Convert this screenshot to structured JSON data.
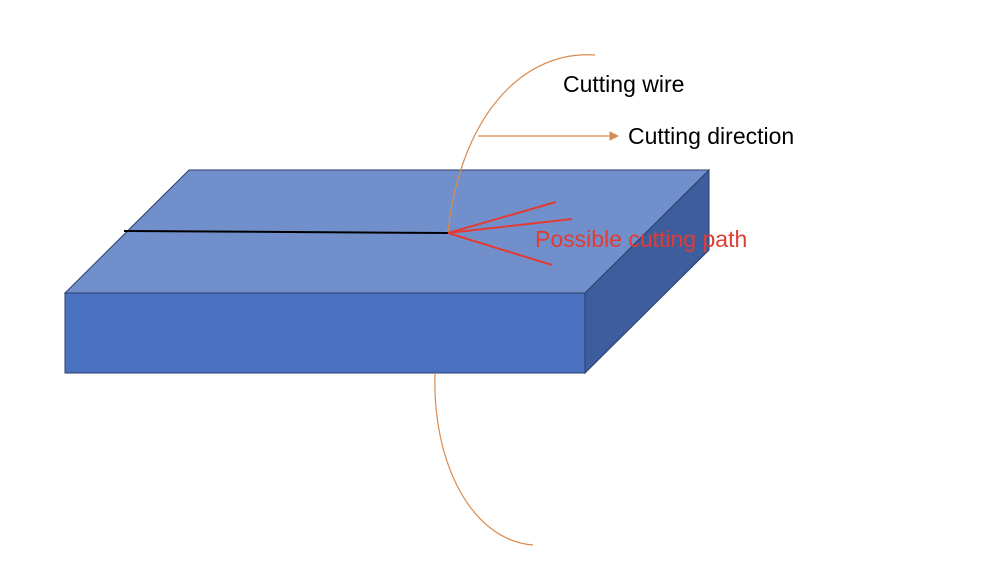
{
  "labels": {
    "cutting_wire": "Cutting wire",
    "cutting_direction": "Cutting direction",
    "possible_cutting_path": "Possible cutting path"
  },
  "colors": {
    "block_top": "#7190cb",
    "block_front": "#4a72c0",
    "block_side": "#3e5d9c",
    "block_edge": "#2a3f6e",
    "wire": "#d98a4e",
    "direction_arrow": "#d98a4e",
    "cut_line": "#000000",
    "cutting_path": "#e23b33",
    "label_text": "#000000"
  }
}
